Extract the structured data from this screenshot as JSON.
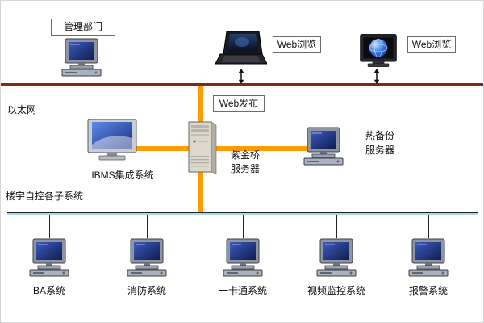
{
  "diagram": {
    "title_hint": "building-automation-network-topology",
    "labels": {
      "management": "管理部门",
      "web_browse_left": "Web浏览",
      "web_browse_right": "Web浏览",
      "ethernet": "以太网",
      "web_publish": "Web发布",
      "ibms": "IBMS集成系统",
      "server_line1": "紫金桥",
      "server_line2": "服务器",
      "backup_line1": "热备份",
      "backup_line2": "服务器",
      "subsystems": "楼宇自控各子系统"
    },
    "systems": [
      "BA系统",
      "消防系统",
      "一卡通系统",
      "视频监控系统",
      "报警系统"
    ],
    "icons": [
      "desktop-computer-icon",
      "laptop-icon",
      "globe-monitor-icon",
      "crt-monitor-icon",
      "server-tower-icon",
      "up-down-arrow-icon"
    ],
    "colors": {
      "bus": "#7a2c1c",
      "connector_orange": "#ff9c00",
      "line_dark": "#222222",
      "lower_bus_highlight": "#a8d8ea"
    }
  }
}
